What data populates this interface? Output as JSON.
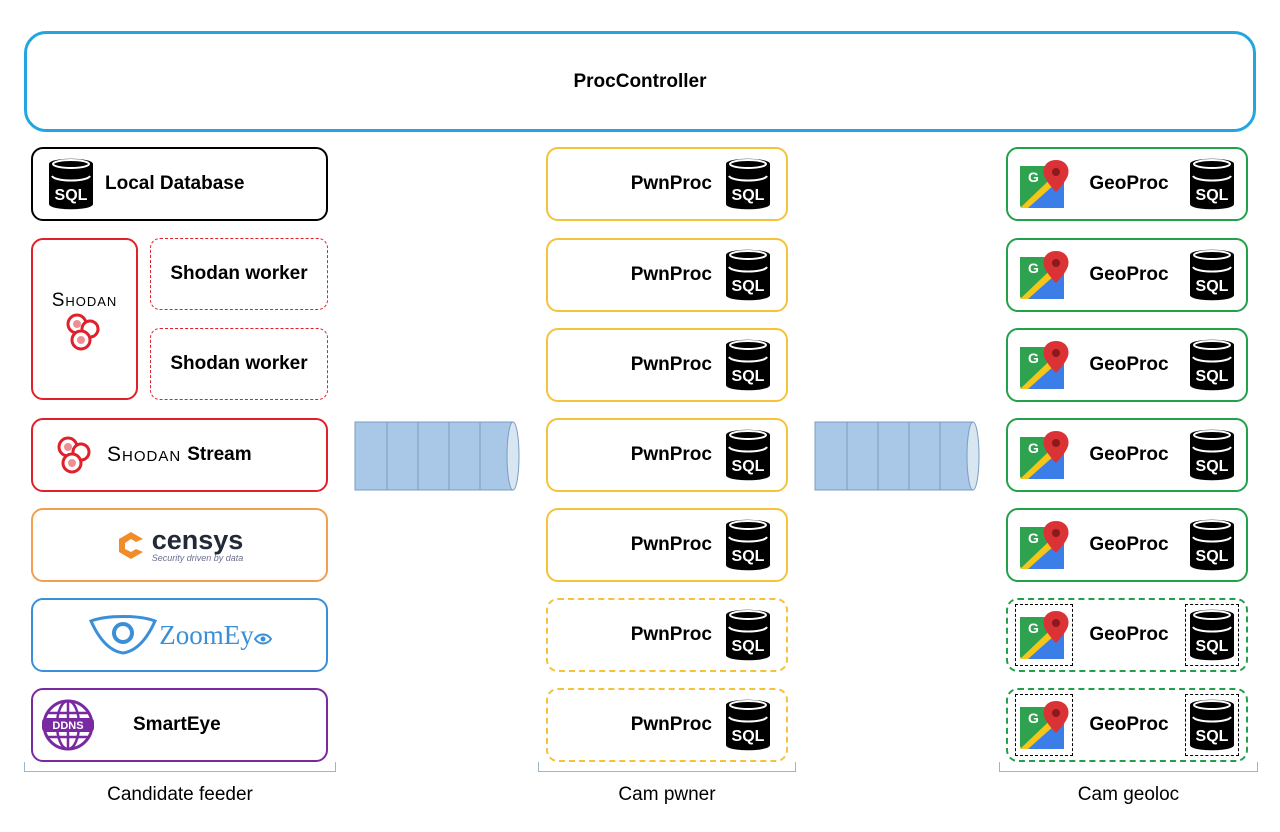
{
  "controller": {
    "label": "ProcController"
  },
  "feeder": {
    "local_db": "Local Database",
    "shodan_logo": "Shodan",
    "shodan_worker_1": "Shodan worker",
    "shodan_worker_2": "Shodan worker",
    "shodan_stream_logo": "Shodan",
    "shodan_stream_suffix": "Stream",
    "censys_name": "censys",
    "censys_tagline": "Security driven by data",
    "zoomeye_name": "ZoomEy",
    "ddns_badge": "DDNS",
    "smarteye": "SmartEye",
    "caption": "Candidate feeder"
  },
  "pwner": {
    "proc_labels": [
      "PwnProc",
      "PwnProc",
      "PwnProc",
      "PwnProc",
      "PwnProc",
      "PwnProc",
      "PwnProc"
    ],
    "caption": "Cam pwner"
  },
  "geoloc": {
    "proc_labels": [
      "GeoProc",
      "GeoProc",
      "GeoProc",
      "GeoProc",
      "GeoProc",
      "GeoProc",
      "GeoProc"
    ],
    "caption": "Cam geoloc"
  },
  "icons": {
    "sql": "SQL",
    "db": "database-sql-icon",
    "maps": "google-maps-icon",
    "shodan": "shodan-logo-icon",
    "queue": "message-queue-icon"
  },
  "colors": {
    "controller": "#23a6e0",
    "local": "#000000",
    "shodan": "#e0202a",
    "censys": "#f0a050",
    "zoomeye": "#3a8fd8",
    "smarteye": "#7a2aa0",
    "pwn": "#f5c23a",
    "geo": "#23a04a",
    "queue": "#a9c8e8"
  }
}
